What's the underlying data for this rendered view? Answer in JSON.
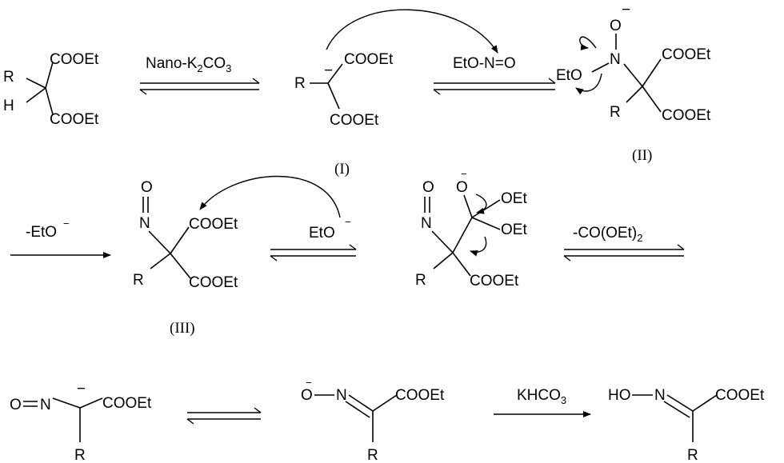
{
  "reagents": {
    "step1_base": "Nano-K",
    "step1_sub": "2",
    "step1_tail": "CO",
    "step1_sub2": "3",
    "step2": "EtO-N=O",
    "step3": "-EtO",
    "step4": "EtO",
    "step5_head": "-CO(OEt)",
    "step5_sub": "2",
    "step7": "KHCO",
    "step7_sub": "3"
  },
  "labels": {
    "I": "(I)",
    "II": "(II)",
    "III": "(III)"
  },
  "atoms": {
    "R": "R",
    "H": "H",
    "N": "N",
    "O": "O",
    "ester": "COOEt",
    "ethoxy": "OEt",
    "eto": "EtO",
    "minus": "−",
    "o_minus": "Ō",
    "ho": "HO",
    "o_dbl_n": "O=N"
  }
}
